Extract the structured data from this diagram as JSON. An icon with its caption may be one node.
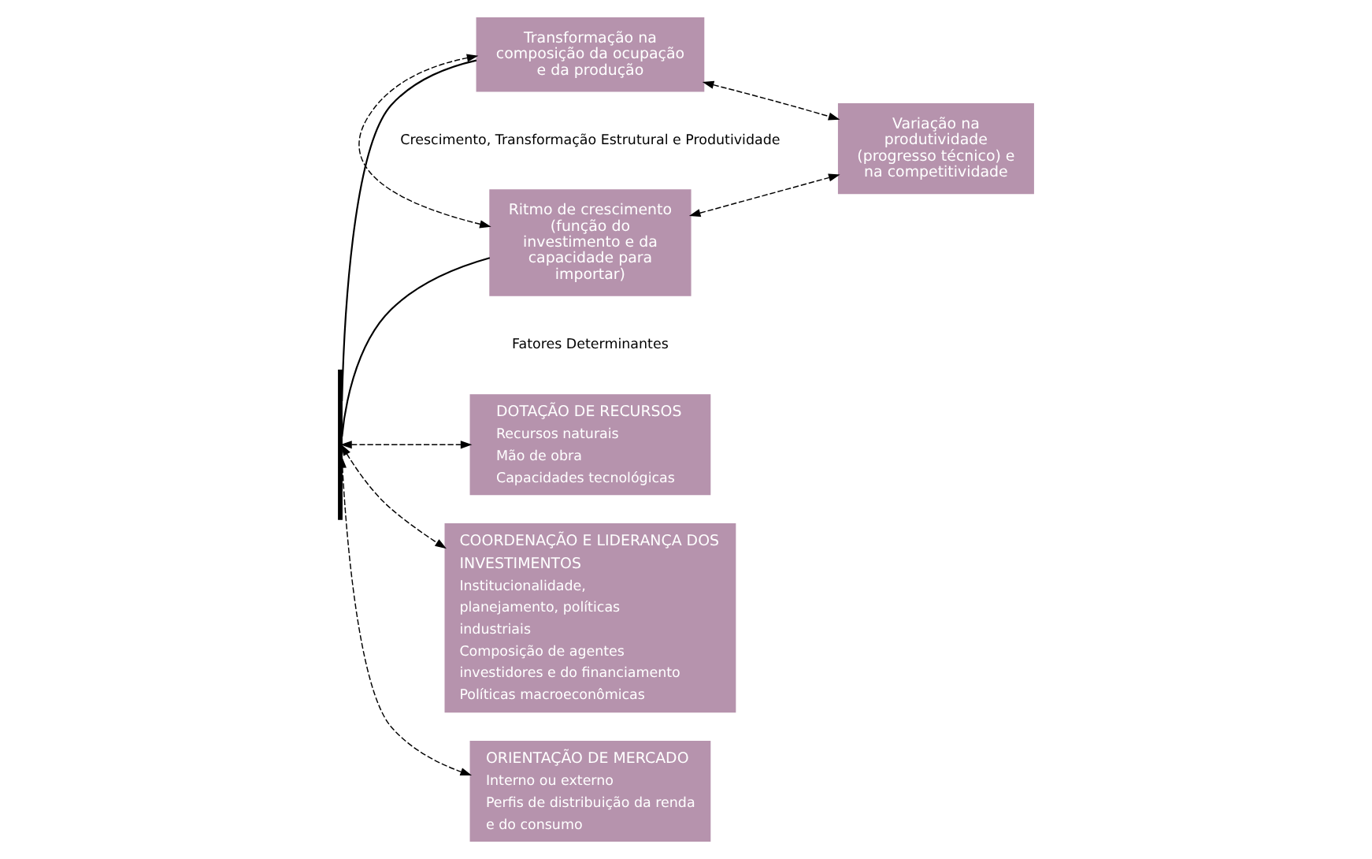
{
  "diagram": {
    "nodes": [
      {
        "text": [
          "DOTAÇÃO DE RECURSOS",
          "Recursos naturais",
          "Mão de obra",
          "Capacidades tecnológicas"
        ]
      },
      {
        "text": [
          "COORDENAÇÃO E LIDERANÇA DOS INVESTIMENTOS",
          "Institucionalidade, planejamento, políticas industriais",
          "Composição de agentes investidores e do financiamento",
          "Políticas macroeconômicas"
        ]
      },
      {
        "text": [
          "ORIENTAÇÃO DE MERCADO",
          "Interno ou externo",
          "Perfis de distribuição da renda e do consumo"
        ]
      },
      {
        "text": [],
        "shape": "bar"
      },
      {
        "text": [
          "Ritmo de crescimento (função do investimento e da capacidade para importar)"
        ]
      },
      {
        "text": [
          "Transformação na composição da ocupação e da produção"
        ]
      },
      {
        "text": [
          "Variação na produtividade (progresso técnico) e na competitividade"
        ]
      }
    ],
    "edges": [
      {
        "from": 3,
        "to": 0,
        "arrow": "both",
        "style": "dashed"
      },
      {
        "from": 3,
        "to": 1,
        "arrow": "both",
        "style": "dashed"
      },
      {
        "from": 3,
        "to": 2,
        "arrow": "both",
        "style": "dashed"
      },
      {
        "from": 3,
        "to": 4,
        "arrow": "none"
      },
      {
        "from": 3,
        "to": 5,
        "arrow": "none"
      },
      {
        "from": 4,
        "to": 5,
        "arrow": "both",
        "style": "dashed"
      },
      {
        "from": 4,
        "to": 6,
        "arrow": "both",
        "style": "dashed"
      },
      {
        "from": 5,
        "to": 6,
        "arrow": "both",
        "style": "dashed"
      }
    ],
    "labels": [
      "Fatores Determinantes",
      "Crescimento, Transformação Estrutural e Produtividade"
    ]
  }
}
